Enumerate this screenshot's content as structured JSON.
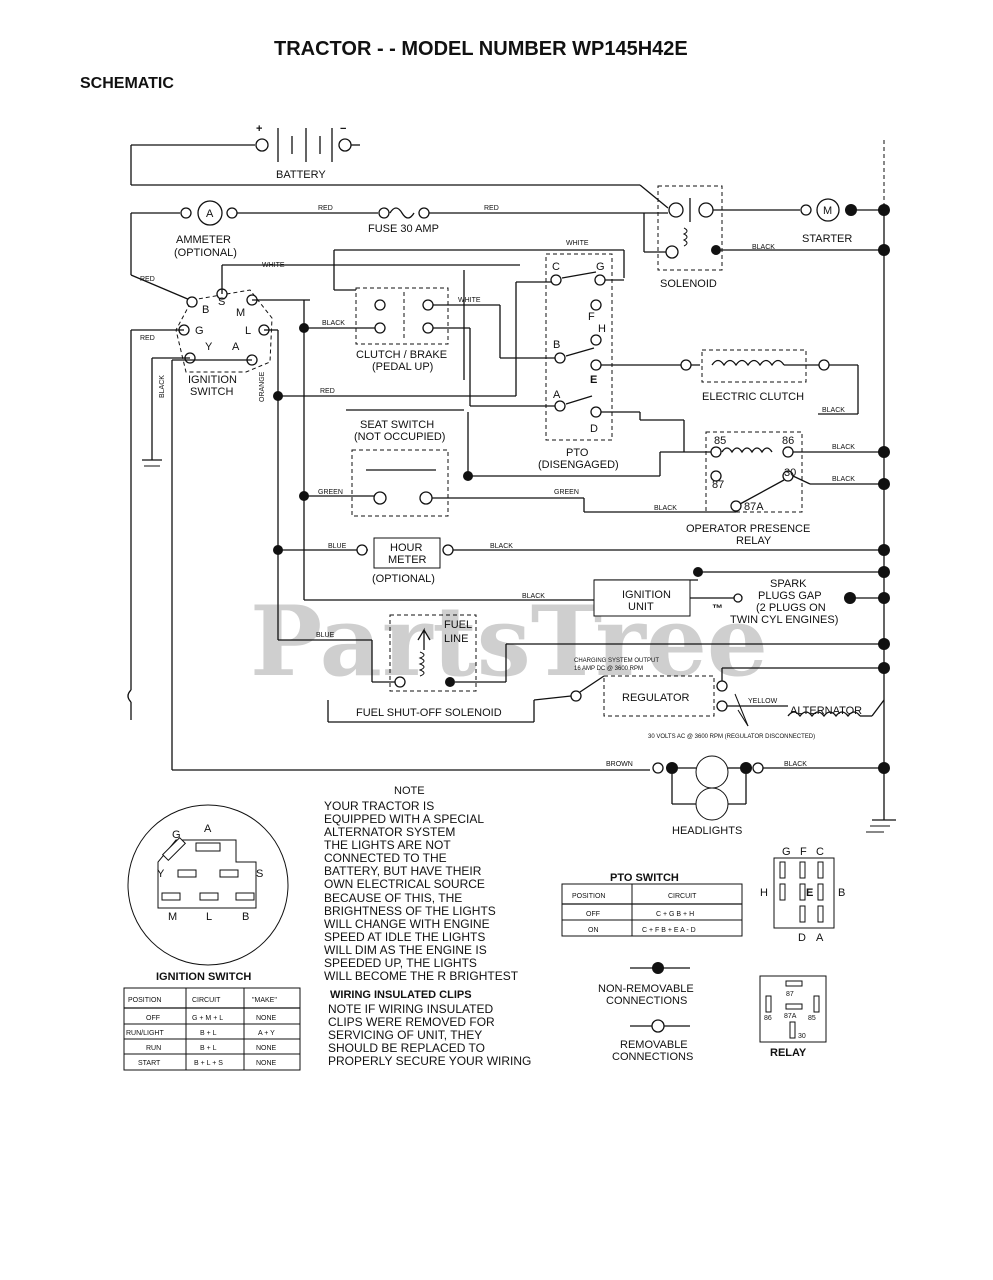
{
  "title": "TRACTOR - - MODEL NUMBER WP145H42E",
  "subtitle": "SCHEMATIC",
  "watermark": "PartsTree",
  "trademark": "™",
  "components": {
    "battery": "BATTERY",
    "battery_pos": "+",
    "battery_neg": "−",
    "ammeter": "AMMETER",
    "ammeter_opt": "(OPTIONAL)",
    "ammeter_symbol": "A",
    "fuse": "FUSE 30 AMP",
    "solenoid": "SOLENOID",
    "starter": "STARTER",
    "starter_symbol": "M",
    "ignition_switch": "IGNITION",
    "ignition_switch2": "SWITCH",
    "clutch_brake": "CLUTCH / BRAKE",
    "clutch_brake2": "(PEDAL UP)",
    "seat_switch": "SEAT SWITCH",
    "seat_switch2": "(NOT OCCUPIED)",
    "pto": "PTO",
    "pto2": "(DISENGAGED)",
    "electric_clutch": "ELECTRIC CLUTCH",
    "opr": "OPERATOR PRESENCE",
    "opr2": "RELAY",
    "hour_meter": "HOUR",
    "hour_meter2": "METER",
    "hour_opt": "(OPTIONAL)",
    "ignition_unit": "IGNITION",
    "ignition_unit2": "UNIT",
    "spark1": "SPARK",
    "spark2": "PLUGS GAP",
    "spark3": "(2 PLUGS ON",
    "spark4": "TWIN CYL ENGINES)",
    "fuel": "FUEL",
    "fuel_line": "LINE",
    "fuel_solenoid": "FUEL SHUT-OFF SOLENOID",
    "charging": "CHARGING SYSTEM OUTPUT",
    "charging2": "16 AMP DC @ 3600 RPM",
    "regulator": "REGULATOR",
    "alternator": "ALTERNATOR",
    "alt_note": "30 VOLTS AC @ 3600 RPM (REGULATOR DISCONNECTED)",
    "headlights": "HEADLIGHTS"
  },
  "wire_colors": {
    "red": "RED",
    "white": "WHITE",
    "black": "BLACK",
    "orange": "ORANGE",
    "green": "GREEN",
    "blue": "BLUE",
    "yellow": "YELLOW",
    "brown": "BROWN"
  },
  "ignition_terminals": [
    "B",
    "S",
    "M",
    "G",
    "L",
    "Y",
    "A"
  ],
  "pto_terminals": [
    "C",
    "G",
    "F",
    "H",
    "B",
    "E",
    "A",
    "D"
  ],
  "relay_terminals": [
    "85",
    "86",
    "87",
    "30",
    "87A"
  ],
  "note": {
    "heading": "NOTE",
    "lines": [
      "YOUR TRACTOR IS",
      "EQUIPPED WITH A SPECIAL",
      "ALTERNATOR SYSTEM",
      "THE LIGHTS ARE NOT",
      "CONNECTED TO THE",
      "BATTERY, BUT HAVE THEIR",
      "OWN ELECTRICAL SOURCE",
      "BECAUSE OF THIS, THE",
      "BRIGHTNESS OF THE LIGHTS",
      "WILL CHANGE WITH ENGINE",
      "SPEED  AT IDLE THE LIGHTS",
      "WILL DIM  AS THE ENGINE IS",
      "SPEEDED UP, THE LIGHTS",
      "WILL BECOME THE R BRIGHTEST"
    ],
    "clips_heading": "WIRING INSULATED CLIPS",
    "clips_lines": [
      "NOTE  IF WIRING INSULATED",
      "CLIPS WERE REMOVED FOR",
      "SERVICING OF UNIT, THEY",
      "SHOULD BE REPLACED TO",
      "PROPERLY SECURE YOUR WIRING"
    ]
  },
  "ignition_table": {
    "title": "IGNITION SWITCH",
    "headers": [
      "POSITION",
      "CIRCUIT",
      "\"MAKE\""
    ],
    "rows": [
      [
        "OFF",
        "G + M + L",
        "NONE"
      ],
      [
        "RUN/LIGHT",
        "B + L",
        "A + Y"
      ],
      [
        "RUN",
        "B + L",
        "NONE"
      ],
      [
        "START",
        "B + L + S",
        "NONE"
      ]
    ]
  },
  "pto_table": {
    "title": "PTO SWITCH",
    "headers": [
      "POSITION",
      "CIRCUIT"
    ],
    "rows": [
      [
        "OFF",
        "C + G  B + H"
      ],
      [
        "ON",
        "C + F  B + E  A - D"
      ]
    ]
  },
  "legend": {
    "non_removable": "NON-REMOVABLE",
    "non_removable2": "CONNECTIONS",
    "removable": "REMOVABLE",
    "removable2": "CONNECTIONS"
  },
  "pto_diagram_labels": [
    "G",
    "F",
    "C",
    "H",
    "E",
    "B",
    "D",
    "A"
  ],
  "relay_label": "RELAY",
  "relay_diagram_labels": [
    "87",
    "87A",
    "86",
    "85",
    "30"
  ]
}
